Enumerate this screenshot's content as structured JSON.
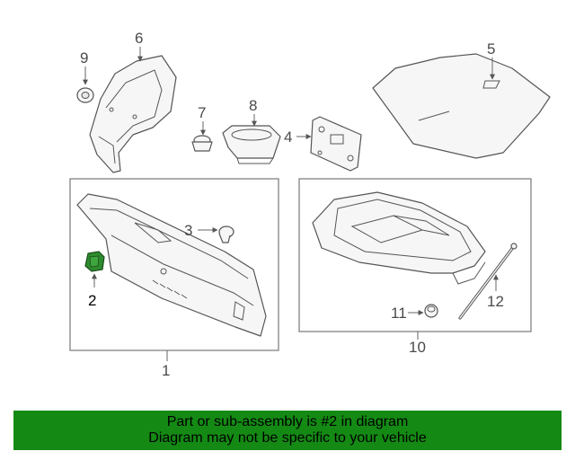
{
  "callouts": {
    "c1": "1",
    "c2": "2",
    "c3": "3",
    "c4": "4",
    "c5": "5",
    "c6": "6",
    "c7": "7",
    "c8": "8",
    "c9": "9",
    "c10": "10",
    "c11": "11",
    "c12": "12"
  },
  "highlight_color": "#2e8b2e",
  "banner": {
    "line1": "Part or sub-assembly is #2 in diagram",
    "line2": "Diagram may not be specific to your vehicle",
    "background": "#148a14"
  }
}
